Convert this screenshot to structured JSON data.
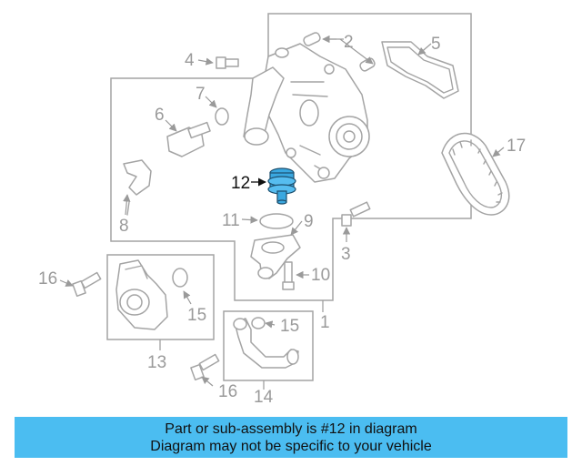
{
  "callouts": {
    "c1": "1",
    "c2": "2",
    "c3": "3",
    "c4": "4",
    "c5": "5",
    "c6": "6",
    "c7": "7",
    "c8": "8",
    "c9": "9",
    "c10": "10",
    "c11": "11",
    "c12": "12",
    "c13": "13",
    "c14": "14",
    "c15a": "15",
    "c15b": "15",
    "c16a": "16",
    "c16b": "16",
    "c17": "17"
  },
  "banner": {
    "line1": "Part or sub-assembly is #12 in diagram",
    "line2": "Diagram may not be specific to your vehicle"
  },
  "colors": {
    "banner_bg": "#4bbdf1",
    "highlight": "#3aa8e0",
    "linework": "#a4a4a4"
  }
}
